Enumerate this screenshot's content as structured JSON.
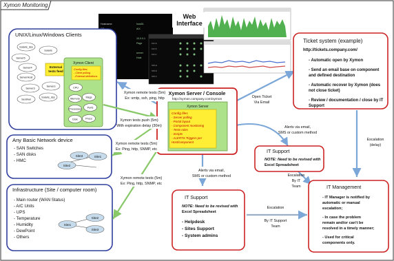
{
  "page_title": "Xymon Monitoring",
  "web_interface": {
    "title_line1": "Web",
    "title_line2": "Interface"
  },
  "clients": {
    "title": "UNIX/Linux/Windows Clients",
    "hosts": [
      "Solaris_dss",
      "Solaris",
      "Server5",
      "Server4",
      "ServerHost",
      "Server3",
      "Servers",
      "Sentinel",
      "Solaris_dss"
    ],
    "external_tests": "External tests feed",
    "xymon_client": {
      "title": "Xymon Client",
      "config_title": "Config files",
      "config_items": [
        "- Client polling",
        "- External definitions"
      ],
      "metrics": [
        "CPU",
        "Memory",
        "Msgs",
        "Ports",
        "Processes",
        "Disk",
        "Procs"
      ]
    }
  },
  "network": {
    "title": "Any Basic Network device",
    "items": [
      "- SAN Switches",
      "- SAN disks",
      "- HMC"
    ],
    "sites": [
      "Site3",
      "Site1",
      "Site2"
    ]
  },
  "infrastructure": {
    "title": "Infrastructure (Site / computer room)",
    "items": [
      "- Main router (WAN Status)",
      "- A/C Units",
      "- UPS",
      "- Temperature",
      "- Humidity",
      "- DewPoint",
      "- Others"
    ],
    "sites": [
      "Site2",
      "Site1",
      "Site3"
    ]
  },
  "server": {
    "title": "Xymon Server / Console",
    "url": "http://xymon.company.com/xymon",
    "inner_title": "Xymon Server",
    "config_title": "Config files",
    "config_items": [
      "- Server polling",
      "- Portal layout",
      "- Component monitoring",
      "- Tests roles",
      "- Scripts",
      "- ALERTS Triggers per",
      "  Host/component"
    ]
  },
  "ticket": {
    "title": "Ticket system (example)",
    "url": "http://tickets.company.com/",
    "items": [
      [
        "- Automatic open by Xymon"
      ],
      [
        "- Send an email base on component",
        "and defined destination"
      ],
      [
        "- Automatic recover by Xymon (does",
        "not close ticket)"
      ],
      [
        "- Review / documentation / close by IT",
        "Support"
      ]
    ]
  },
  "it_support_small": {
    "title": "IT Support",
    "note": [
      "NOTE: Need to be revised with",
      "Excel Spreadsheet"
    ]
  },
  "it_support": {
    "title": "IT Support",
    "note": [
      "NOTE: Need to be revised with",
      "Excel Spreadsheet"
    ],
    "items": [
      "- Helpdesk",
      "- Sites Support",
      "- System admins"
    ]
  },
  "it_management": {
    "title": "IT Management",
    "items": [
      [
        "- IT Manager is notified by",
        "automatic or manual",
        "escalation;"
      ],
      [
        "- In case the problem",
        "remain and/or can't be",
        "resolved in a timely manner;"
      ],
      [
        "- Used for critical",
        "components only."
      ]
    ]
  },
  "edge_labels": {
    "remote_tests_1": [
      "Xymon remote tests (5m)",
      "Ex: smtp, ssh, ping, http"
    ],
    "push": [
      "Xymon tests push (5m)",
      "With expiration delay (30m)"
    ],
    "remote_tests_2": [
      "Xymon remote tests (5m)",
      "Ex: Ping, http, SNMP, etc"
    ],
    "remote_tests_3": [
      "Xymon remote tests (5m)",
      "Ex: Ping, http, SNMP, etc"
    ],
    "open_ticket": [
      "Open Ticket",
      "Via Email"
    ],
    "alerts_email_1": [
      "Alerts via email,",
      "SMS or custom method"
    ],
    "alerts_email_2": [
      "Alerts via email,",
      "SMS or custom method"
    ],
    "escalation_delay": [
      "Escalation",
      "(delay)"
    ],
    "escalation_team": [
      "Escalation",
      "By IT",
      "Team"
    ],
    "escalation_support": [
      "Escalation",
      "By IT Support",
      "Team"
    ]
  },
  "colors": {
    "blue_box": "#2f3e9e",
    "red_box": "#cc2222",
    "yellow": "#ffee33",
    "green_panel": "#aee28a",
    "blue_arrow": "#7aa6d8",
    "green_arrow": "#88c868",
    "grey_arrow": "#9ab0c8"
  }
}
